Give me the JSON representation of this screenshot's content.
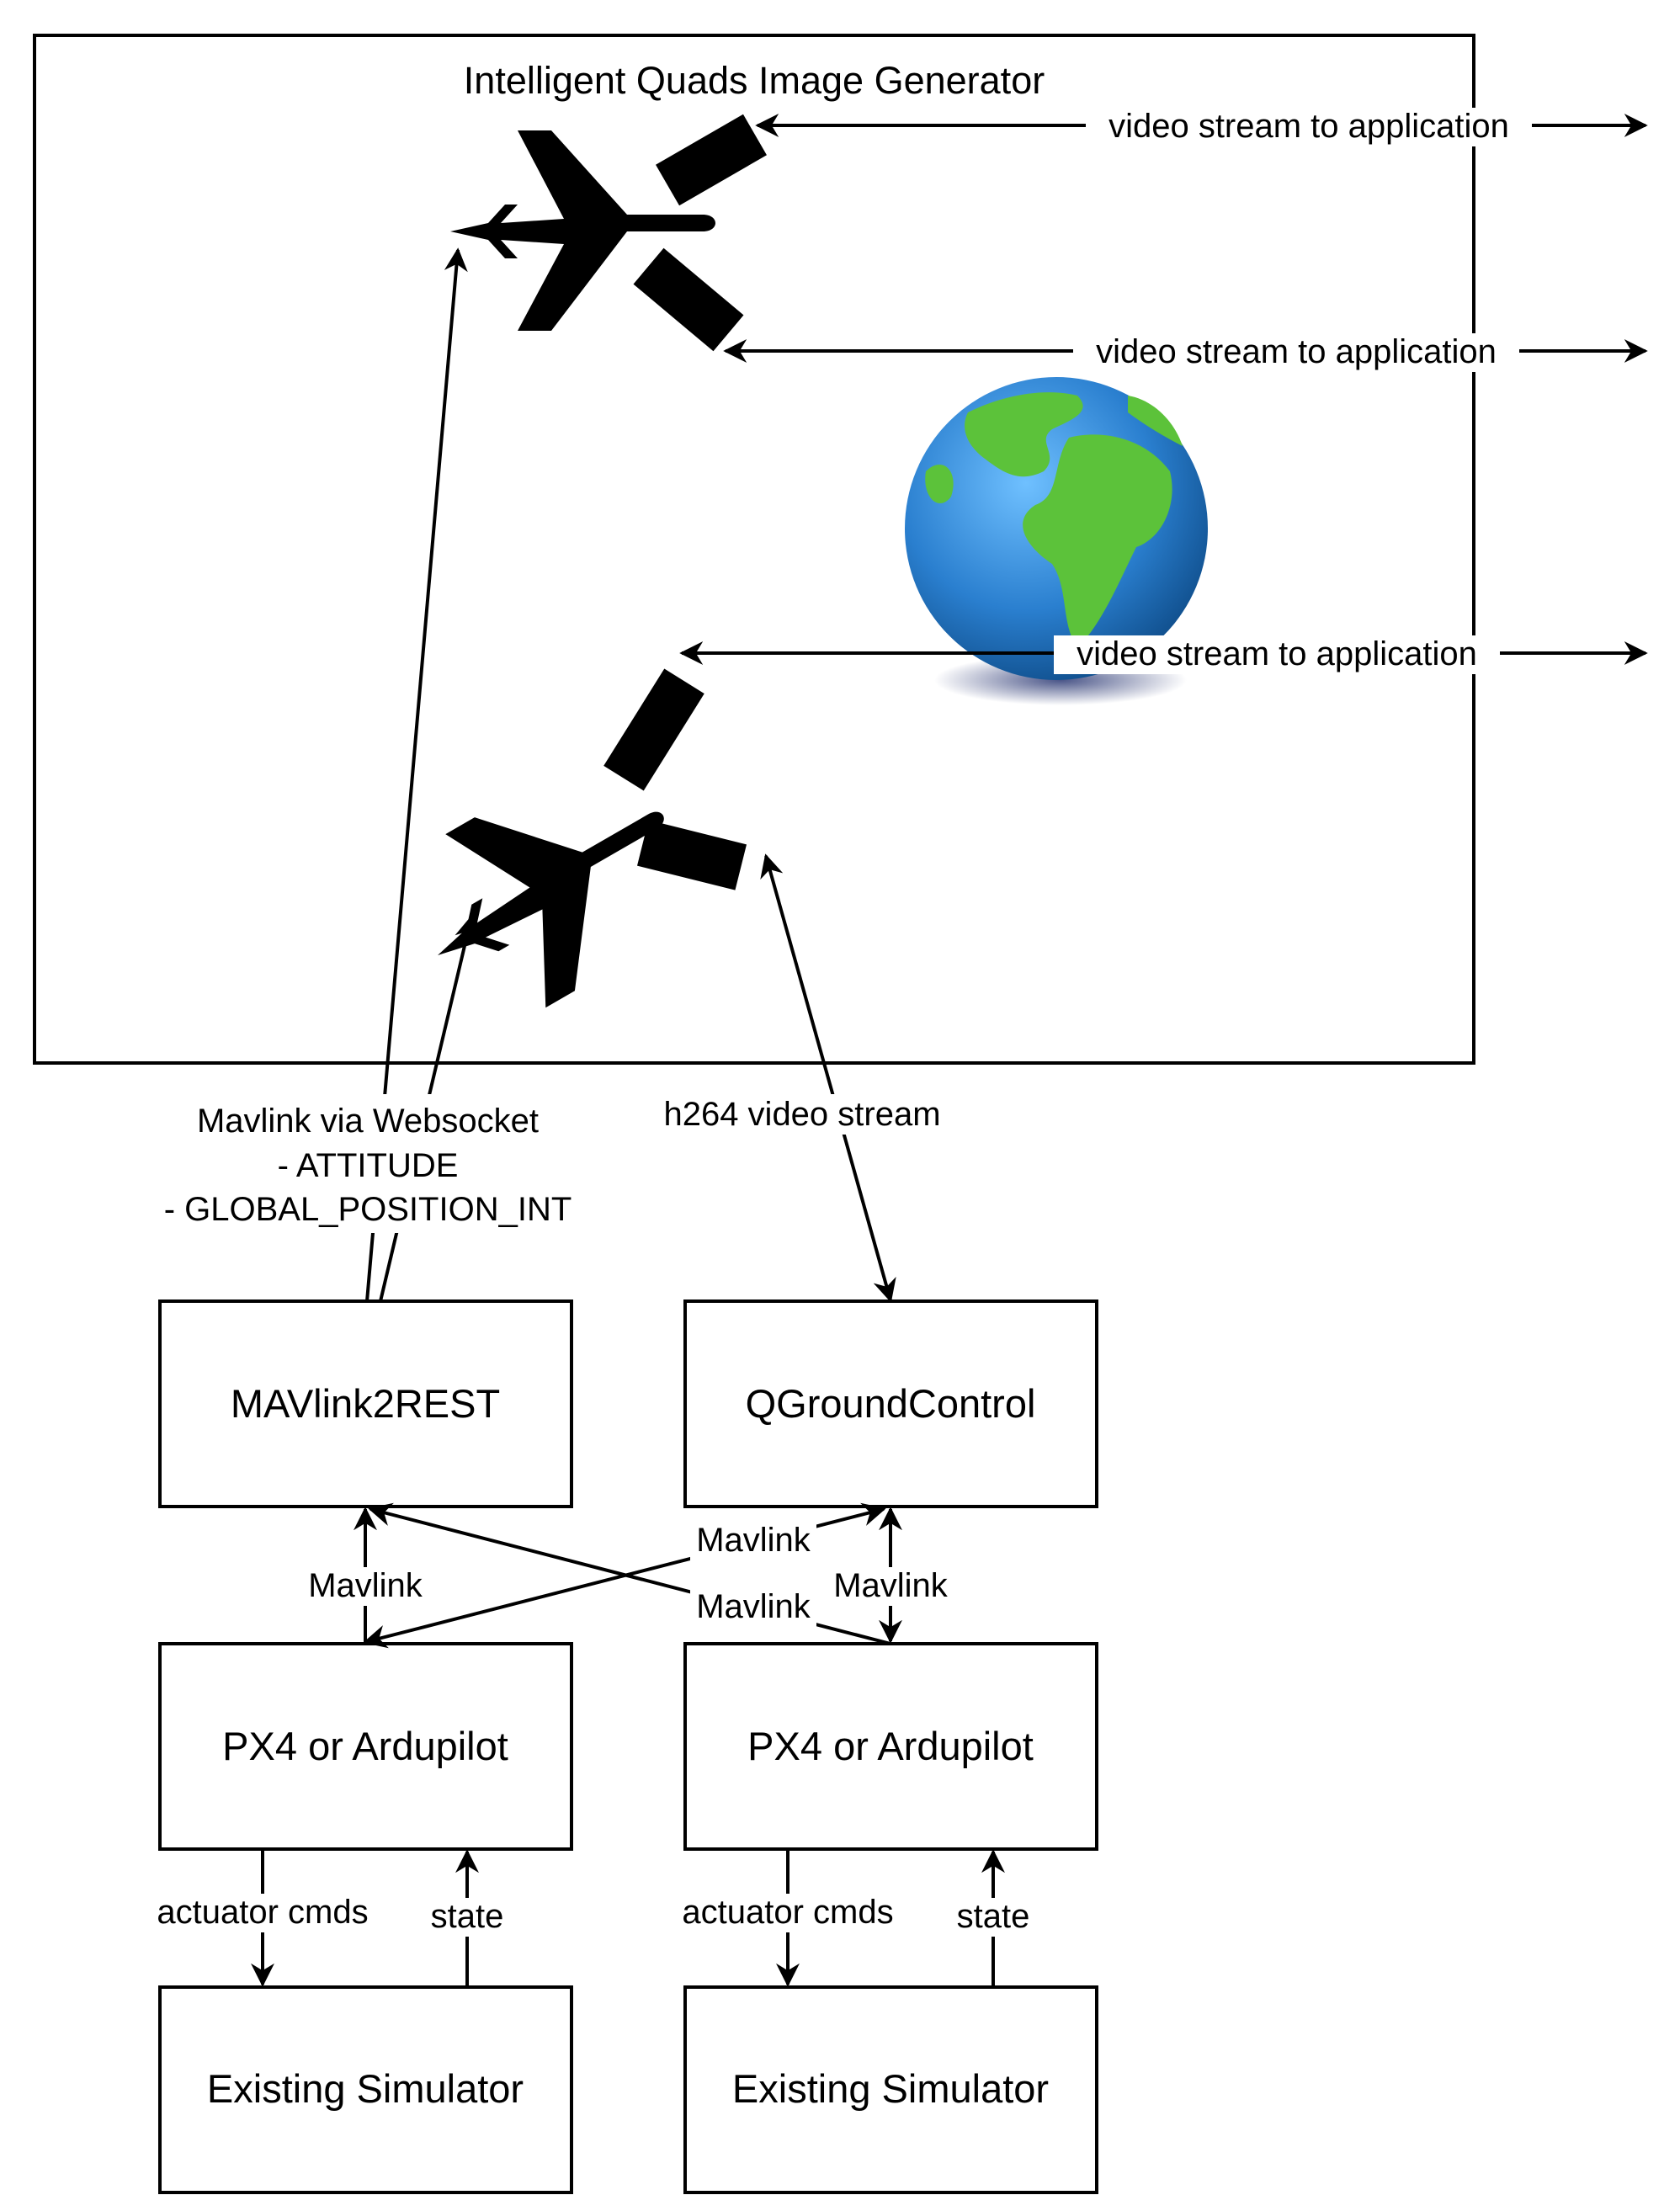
{
  "container": {
    "title": "Intelligent Quads Image Generator"
  },
  "video_labels": [
    "video stream to application",
    "video stream to application",
    "video stream to application"
  ],
  "edge_labels": {
    "mavlink_ws_line1": "Mavlink via Websocket",
    "mavlink_ws_line2": "- ATTITUDE",
    "mavlink_ws_line3": "- GLOBAL_POSITION_INT",
    "h264": "h264 video stream",
    "mavlink_left": "Mavlink",
    "mavlink_right": "Mavlink",
    "mavlink_cross_upper": "Mavlink",
    "mavlink_cross_lower": "Mavlink",
    "actuator_left": "actuator cmds",
    "state_left": "state",
    "actuator_right": "actuator cmds",
    "state_right": "state"
  },
  "boxes": {
    "mavlink2rest": "MAVlink2REST",
    "qgroundcontrol": "QGroundControl",
    "px4_left": "PX4 or Ardupilot",
    "px4_right": "PX4 or Ardupilot",
    "sim_left": "Existing Simulator",
    "sim_right": "Existing Simulator"
  },
  "icons": [
    "airplane-icon",
    "camera-icon",
    "globe-icon"
  ],
  "colors": {
    "ocean": "#2a7fcf",
    "land": "#5cc23a",
    "line": "#000000"
  }
}
